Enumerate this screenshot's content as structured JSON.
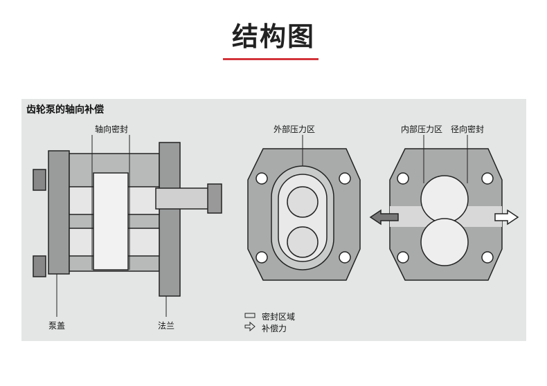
{
  "title": "结构图",
  "accent_color": "#d3343a",
  "diagram": {
    "heading": "齿轮泵的轴向补偿",
    "labels": {
      "axial_seal": "轴向密封",
      "outer_pressure": "外部压力区",
      "inner_pressure": "内部压力区",
      "radial_seal": "径向密封",
      "pump_cover": "泵盖",
      "flange": "法兰"
    },
    "legend": [
      {
        "icon": "seal-area-icon",
        "label": "密封区域"
      },
      {
        "icon": "compensation-arrow-icon",
        "label": "补偿力"
      }
    ]
  }
}
